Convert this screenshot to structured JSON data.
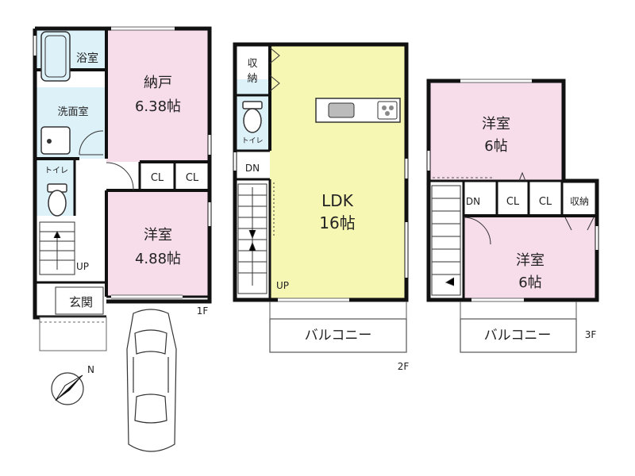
{
  "colors": {
    "wall": "#111111",
    "pink": "#f7dcea",
    "blue": "#ddf1f9",
    "yellow": "#f7f7b4",
    "white": "#ffffff"
  },
  "floor1": {
    "bath": "浴室",
    "washroom": "洗面室",
    "toilet": "トイレ",
    "storage_room": "納戸",
    "storage_room_size": "6.38帖",
    "cl_a": "CL",
    "cl_b": "CL",
    "western_room": "洋室",
    "western_room_size": "4.88帖",
    "stairs_up": "UP",
    "entrance": "玄関",
    "floor_label": "1F"
  },
  "floor2": {
    "storage_1": "収",
    "storage_2": "納",
    "toilet": "トイレ",
    "stairs_down": "DN",
    "ldk": "LDK",
    "ldk_size": "16帖",
    "stairs_up": "UP",
    "balcony": "バルコニー",
    "floor_label": "2F"
  },
  "floor3": {
    "room_a": "洋室",
    "room_a_size": "6帖",
    "stairs_down": "DN",
    "cl_a": "CL",
    "cl_b": "CL",
    "storage": "収納",
    "room_b": "洋室",
    "room_b_size": "6帖",
    "balcony": "バルコニー",
    "floor_label": "3F"
  },
  "compass": {
    "north": "N"
  },
  "icons": [
    "compass-icon",
    "car-icon",
    "toilet-icon",
    "bathtub-icon",
    "sink-icon",
    "kitchen-counter-icon"
  ]
}
